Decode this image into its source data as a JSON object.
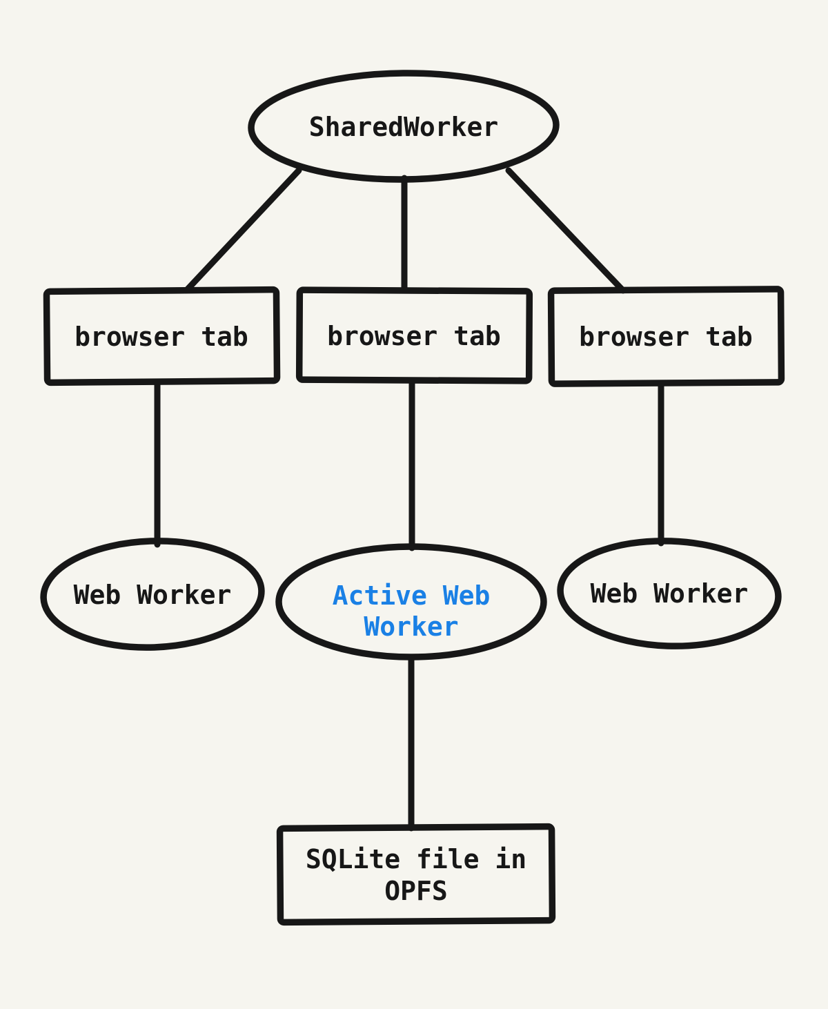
{
  "canvas": {
    "background": "#f6f5ef",
    "stroke_color": "#171717",
    "accent_color": "#1a80e5"
  },
  "nodes": {
    "shared_worker": {
      "label": "SharedWorker"
    },
    "browser_tab_1": {
      "label": "browser tab"
    },
    "browser_tab_2": {
      "label": "browser tab"
    },
    "browser_tab_3": {
      "label": "browser tab"
    },
    "web_worker_1": {
      "label": "Web Worker"
    },
    "active_web_worker": {
      "label_line1": "Active Web",
      "label_line2": "Worker"
    },
    "web_worker_3": {
      "label": "Web Worker"
    },
    "sqlite_opfs": {
      "label_line1": "SQLite file in",
      "label_line2": "OPFS"
    }
  }
}
